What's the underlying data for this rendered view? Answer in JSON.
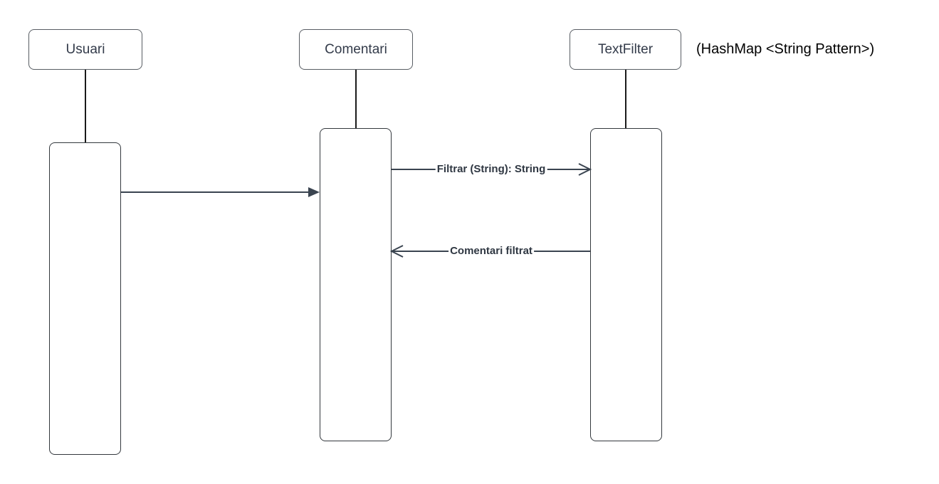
{
  "diagram": {
    "kind": "uml-sequence-diagram",
    "background": "#ffffff",
    "actors": [
      {
        "id": "usuari",
        "label": "Usuari"
      },
      {
        "id": "comentari",
        "label": "Comentari"
      },
      {
        "id": "textfilter",
        "label": "TextFilter",
        "annotation": "(HashMap <String Pattern>)"
      }
    ],
    "messages": [
      {
        "from": "usuari",
        "to": "comentari",
        "label": "",
        "arrowhead": "filled",
        "line": "solid"
      },
      {
        "from": "comentari",
        "to": "textfilter",
        "label": "Filtrar (String): String",
        "arrowhead": "open",
        "line": "solid"
      },
      {
        "from": "textfilter",
        "to": "comentari",
        "label": "Comentari filtrat",
        "arrowhead": "open",
        "line": "solid"
      }
    ],
    "colors": {
      "arrow_line": "#3a4450",
      "box_border": "#585d63",
      "activation_border": "#33383d",
      "actor_text": "#333b4a",
      "message_text": "#2f3742",
      "annotation_text": "#000000"
    }
  }
}
